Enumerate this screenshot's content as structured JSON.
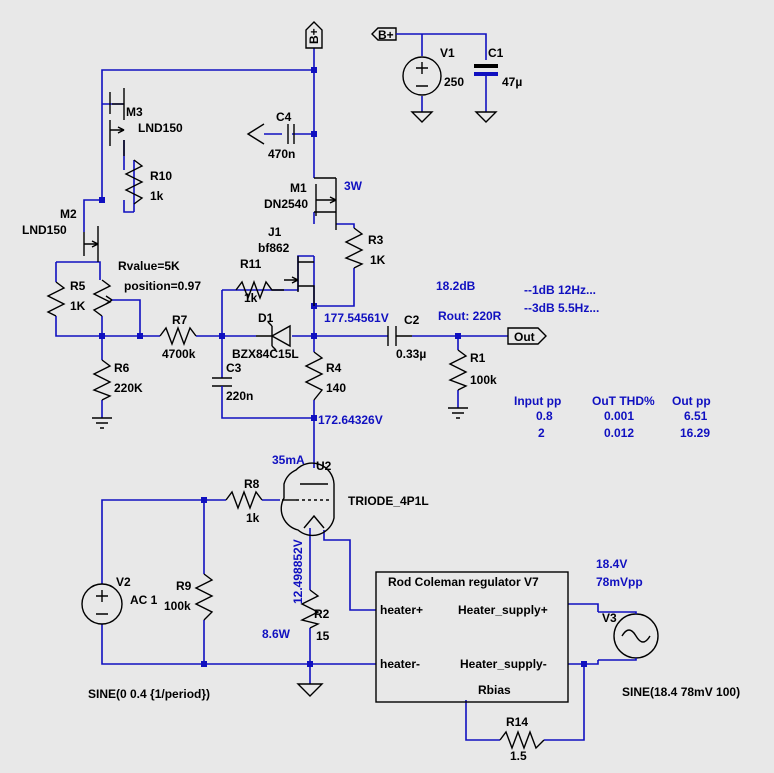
{
  "components": {
    "V1": {
      "name": "V1",
      "value": "250"
    },
    "C1": {
      "name": "C1",
      "value": "47µ"
    },
    "C4": {
      "name": "C4",
      "value": "470n"
    },
    "M3": {
      "name": "M3",
      "value": "LND150"
    },
    "R10": {
      "name": "R10",
      "value": "1k"
    },
    "M2": {
      "name": "M2",
      "value": "LND150"
    },
    "M1": {
      "name": "M1",
      "value": "DN2540"
    },
    "R3": {
      "name": "R3",
      "value": "1K"
    },
    "J1": {
      "name": "J1",
      "value": "bf862"
    },
    "R11": {
      "name": "R11",
      "value": "1k"
    },
    "R5": {
      "name": "R5",
      "value": "1K"
    },
    "POT": {
      "value": "Rvalue=5K",
      "position": "position=0.97"
    },
    "R7": {
      "name": "R7",
      "value": "4700k"
    },
    "D1": {
      "name": "D1",
      "value": "BZX84C15L"
    },
    "R6": {
      "name": "R6",
      "value": "220K"
    },
    "C3": {
      "name": "C3",
      "value": "220n"
    },
    "R4": {
      "name": "R4",
      "value": "140"
    },
    "C2": {
      "name": "C2",
      "value": "0.33µ"
    },
    "R1": {
      "name": "R1",
      "value": "100k"
    },
    "U2": {
      "name": "U2",
      "value": "TRIODE_4P1L"
    },
    "R8": {
      "name": "R8",
      "value": "1k"
    },
    "V2": {
      "name": "V2",
      "value": "AC 1",
      "spec": "SINE(0 0.4 {1/period})"
    },
    "R9": {
      "name": "R9",
      "value": "100k"
    },
    "R2": {
      "name": "R2",
      "value": "15"
    },
    "V3": {
      "name": "V3",
      "spec": "SINE(18.4 78mV 100)"
    },
    "R14": {
      "name": "R14",
      "value": "1.5"
    }
  },
  "labels": {
    "bplus_top": "B+",
    "bplus_supply": "B+",
    "out": "Out",
    "rbias": "Rbias"
  },
  "regulator": {
    "title": "Rod Coleman regulator V7",
    "heater_plus": "heater+",
    "heater_minus": "heater-",
    "supply_plus": "Heater_supply+",
    "supply_minus": "Heater_supply-"
  },
  "annotations": {
    "m1_power": "3W",
    "node_177": "177.54561V",
    "node_172": "172.64326V",
    "gain": "18.2dB",
    "bw1": "--1dB   12Hz...",
    "bw3": "--3dB   5.5Hz...",
    "rout": "Rout: 220R",
    "current": "35mA",
    "filament_v": "12.498852V",
    "r2_power": "8.6W",
    "v3_dc": "18.4V",
    "v3_ripple": "78mVpp"
  },
  "thd_table": {
    "headers": [
      "Input pp",
      "OuT THD%",
      "Out pp"
    ],
    "rows": [
      [
        "0.8",
        "0.001",
        "6.51"
      ],
      [
        "2",
        "0.012",
        "16.29"
      ]
    ]
  }
}
